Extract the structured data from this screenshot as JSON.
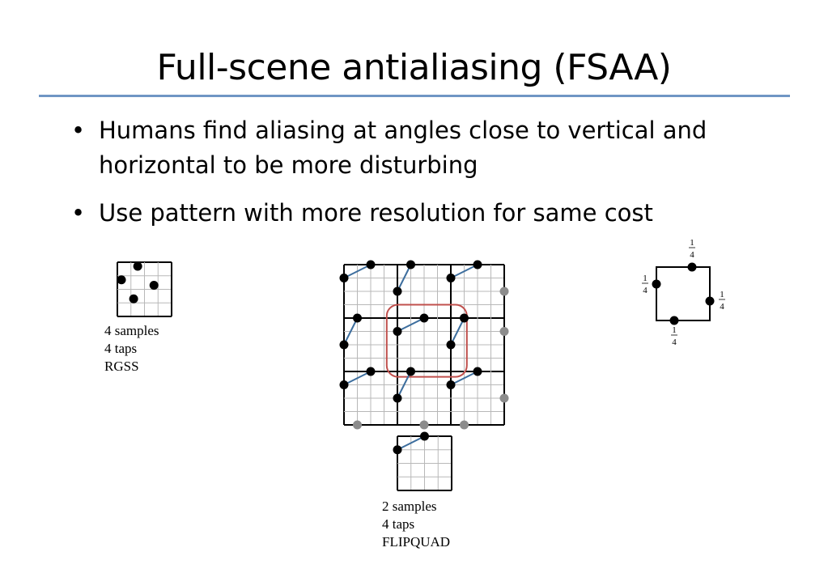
{
  "slide": {
    "title": "Full-scene antialiasing (FSAA)",
    "bullet_glyph": "•",
    "bullets": [
      "Humans find aliasing at angles close to vertical and horizontal to be more disturbing",
      "Use pattern with more resolution for same cost"
    ]
  },
  "rgss": {
    "caption": [
      "4 samples",
      "4 taps",
      "RGSS"
    ],
    "grid_cells": 4,
    "samples": [
      [
        1.5,
        0.3
      ],
      [
        0.3,
        1.3
      ],
      [
        2.7,
        1.7
      ],
      [
        1.2,
        2.7
      ]
    ]
  },
  "flipquad_tiling": {
    "grid_cells": 12,
    "block_cells": 4,
    "pattern_A": [
      [
        0,
        1
      ],
      [
        2,
        0
      ]
    ],
    "pattern_B": [
      [
        1,
        0
      ],
      [
        0,
        2
      ]
    ],
    "highlight_block": "center"
  },
  "flipquad_cell": {
    "caption": [
      "2 samples",
      "4 taps",
      "FLIPQUAD"
    ],
    "grid_cells": 4,
    "samples": [
      [
        0,
        1
      ],
      [
        2,
        0
      ]
    ]
  },
  "weights_diagram": {
    "labels": {
      "top": "1/4",
      "right": "1/4",
      "bottom": "1/4",
      "left": "1/4"
    },
    "fraction_numerator": "1",
    "fraction_denominator": "4"
  },
  "colors": {
    "title_rule": "#7096c4",
    "sample_line": "#3d6e9e",
    "highlight": "#c0504d",
    "grid_minor": "#b8b8b8",
    "sample_active": "#000000",
    "sample_inactive": "#8c8c8c"
  }
}
